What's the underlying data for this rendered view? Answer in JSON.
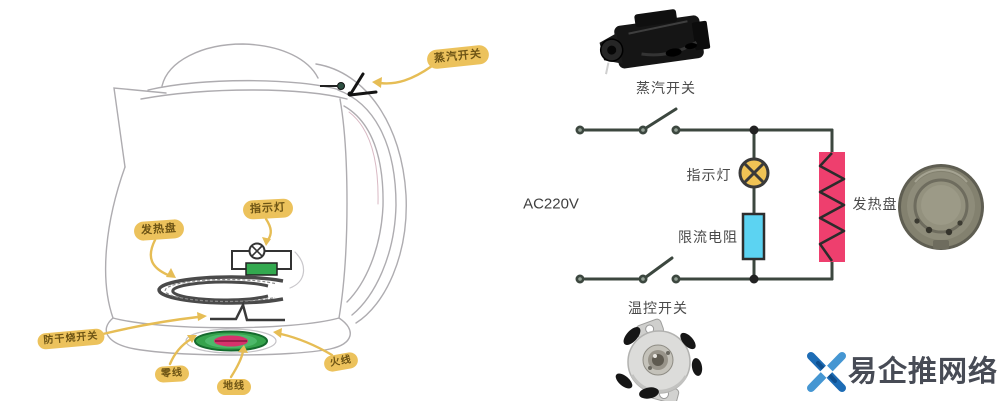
{
  "kettle": {
    "labels": {
      "steam_switch": "蒸汽开关",
      "heating_plate": "发热盘",
      "indicator_light": "指示灯",
      "dry_burn_switch": "防干烧开关",
      "neutral_wire": "零线",
      "ground_wire": "地线",
      "live_wire": "火线"
    }
  },
  "circuit": {
    "power_source": "AC220V",
    "steam_switch_caption": "蒸汽开关",
    "indicator_light": "指示灯",
    "limit_resistor": "限流电阻",
    "heating_plate": "发热盘",
    "thermostat_switch": "温控开关"
  },
  "watermark": {
    "text": "易企推网络"
  },
  "colors": {
    "label_bg": "#ecc25c",
    "label_text": "#6d5415",
    "arrow": "#e6bd55",
    "wire": "#3c473f",
    "lamp_yellow": "#f0c355",
    "resistor_blue": "#5cd3f2",
    "heater_pink": "#ee3f6e",
    "connector_green": "#35a34c",
    "connector_red": "#d6336c",
    "watermark_blue": "#1d6cb5"
  }
}
